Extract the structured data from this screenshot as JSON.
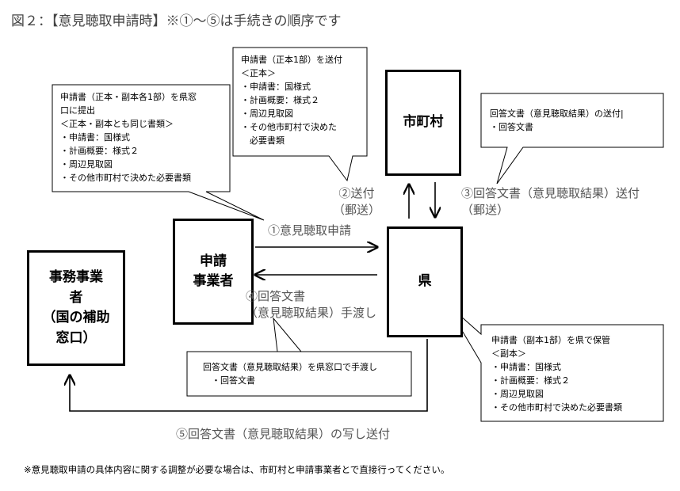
{
  "title": "図２：【意見聴取申請時】※①～⑤は手続きの順序です",
  "nodes": {
    "municipality": "市町村",
    "applicant": "申請\n事業者",
    "prefecture": "県",
    "office": "事務事業\n者\n（国の補助\n窓口）"
  },
  "steps": {
    "step1": "①意見聴取申請",
    "step2_line1": "②送付",
    "step2_line2": "（郵送）",
    "step3_line1": "③回答文書（意見聴取結果）送付",
    "step3_line2": "（郵送）",
    "step4_line1": "④回答文書",
    "step4_line2": "（意見聴取結果）手渡し",
    "step5": "⑤回答文書（意見聴取結果）の写し送付"
  },
  "notes": {
    "applicant_submit": [
      "申請書（正本・副本各1部）を県窓",
      "口に提出",
      "＜正本・副本とも同じ書類＞",
      "・申請書：国様式",
      "・計画概要：様式２",
      "・周辺見取図",
      "・その他市町村で決めた必要書類"
    ],
    "send_original": [
      "申請書（正本1部）を送付",
      "＜正本＞",
      "・申請書：国様式",
      "・計画概要：様式２",
      "・周辺見取図",
      "・その他市町村で決めた",
      "　必要書類"
    ],
    "reply_send": [
      "回答文書（意見聴取結果）の送付|",
      "・回答文書"
    ],
    "reply_handover": [
      "回答文書（意見聴取結果）を県窓口で手渡し",
      "　・回答文書"
    ],
    "pref_keep": [
      "申請書（副本1部）を県で保管",
      "＜副本＞",
      "・申請書：国様式",
      "・計画概要：様式２",
      "・周辺見取図",
      "・その他市町村で決めた必要書類"
    ]
  },
  "footer": "※意見聴取申請の具体内容に関する調整が必要な場合は、市町村と申請事業者とで直接行ってください。"
}
